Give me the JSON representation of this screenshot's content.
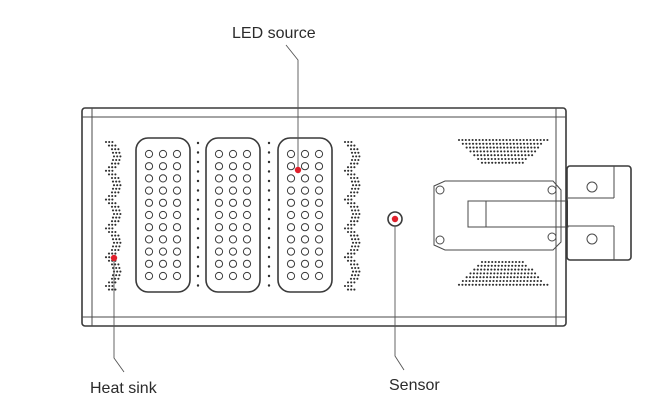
{
  "callouts": {
    "led_source": "LED source",
    "heat_sink": "Heat sink",
    "sensor": "Sensor"
  },
  "colors": {
    "outline": "#3a3a3a",
    "marker": "#e0202c",
    "background": "#ffffff"
  },
  "icons": {
    "led_grid": "led-circle-grid",
    "vent_pattern": "vent-dot-pattern",
    "sensor": "sensor-circle",
    "bracket": "mounting-bracket"
  }
}
